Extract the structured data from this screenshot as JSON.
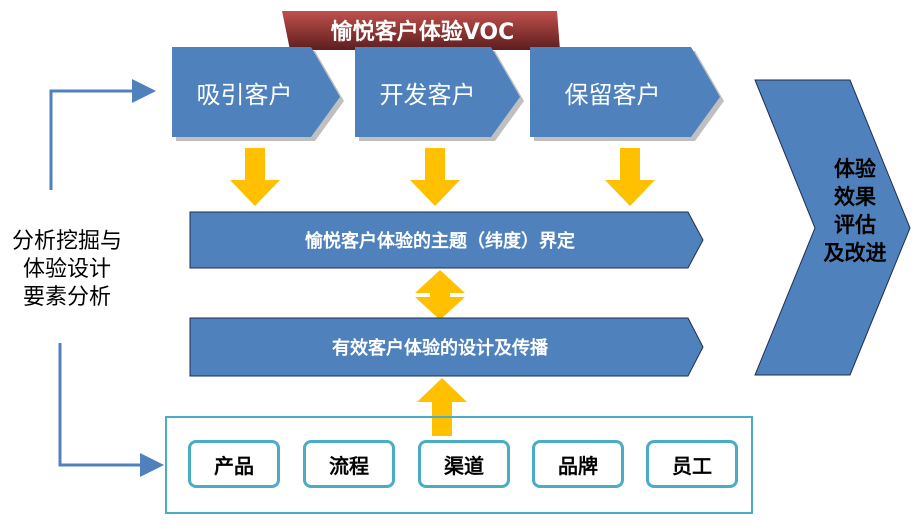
{
  "header": "愉悦客户体验VOC",
  "stages": [
    "吸引客户",
    "开发客户",
    "保留客户"
  ],
  "bands": [
    "愉悦客户体验的主题（纬度）界定",
    "有效客户体验的设计及传播"
  ],
  "left_label": [
    "分析挖掘与",
    "体验设计",
    "要素分析"
  ],
  "right_label": [
    "体验",
    "效果",
    "评估",
    "及改进"
  ],
  "elements": [
    "产品",
    "流程",
    "渠道",
    "品牌",
    "员工"
  ],
  "colors": {
    "blue": "#4f81bd",
    "yellow": "#ffc000",
    "teal": "#4bacc6",
    "header_red": "#a94444"
  }
}
